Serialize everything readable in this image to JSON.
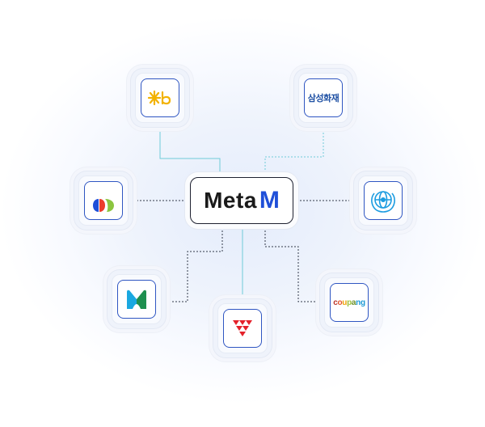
{
  "hub": {
    "name_main": "Meta",
    "name_accent": "M"
  },
  "partners": [
    {
      "id": "kb",
      "icon": "kb-logo-icon",
      "color": "#f2b200"
    },
    {
      "id": "samsung-fire",
      "label": "삼성화재",
      "color": "#1d4fa3"
    },
    {
      "id": "db",
      "icon": "db-logo-icon",
      "colors": [
        "#1f4fd8",
        "#ec3c2b",
        "#8bc53f"
      ]
    },
    {
      "id": "unicef",
      "icon": "unicef-logo-icon",
      "color": "#1c9ce0"
    },
    {
      "id": "meritz",
      "icon": "m-logo-icon",
      "colors": [
        "#1aa8e0",
        "#1e8f4f"
      ]
    },
    {
      "id": "lotte",
      "icon": "triangles-logo-icon",
      "color": "#e4212b"
    },
    {
      "id": "coupang",
      "label_letters": [
        "c",
        "o",
        "u",
        "p",
        "a",
        "n",
        "g"
      ],
      "colors": [
        "#b8342a",
        "#e4572e",
        "#f0a30a",
        "#9cbf3c",
        "#6b8f2b",
        "#1d9ad6",
        "#1d9ad6"
      ]
    }
  ],
  "line_colors": {
    "teal": "#6fcbd9",
    "dark": "#333a4a",
    "gray": "#9aa3b2"
  }
}
